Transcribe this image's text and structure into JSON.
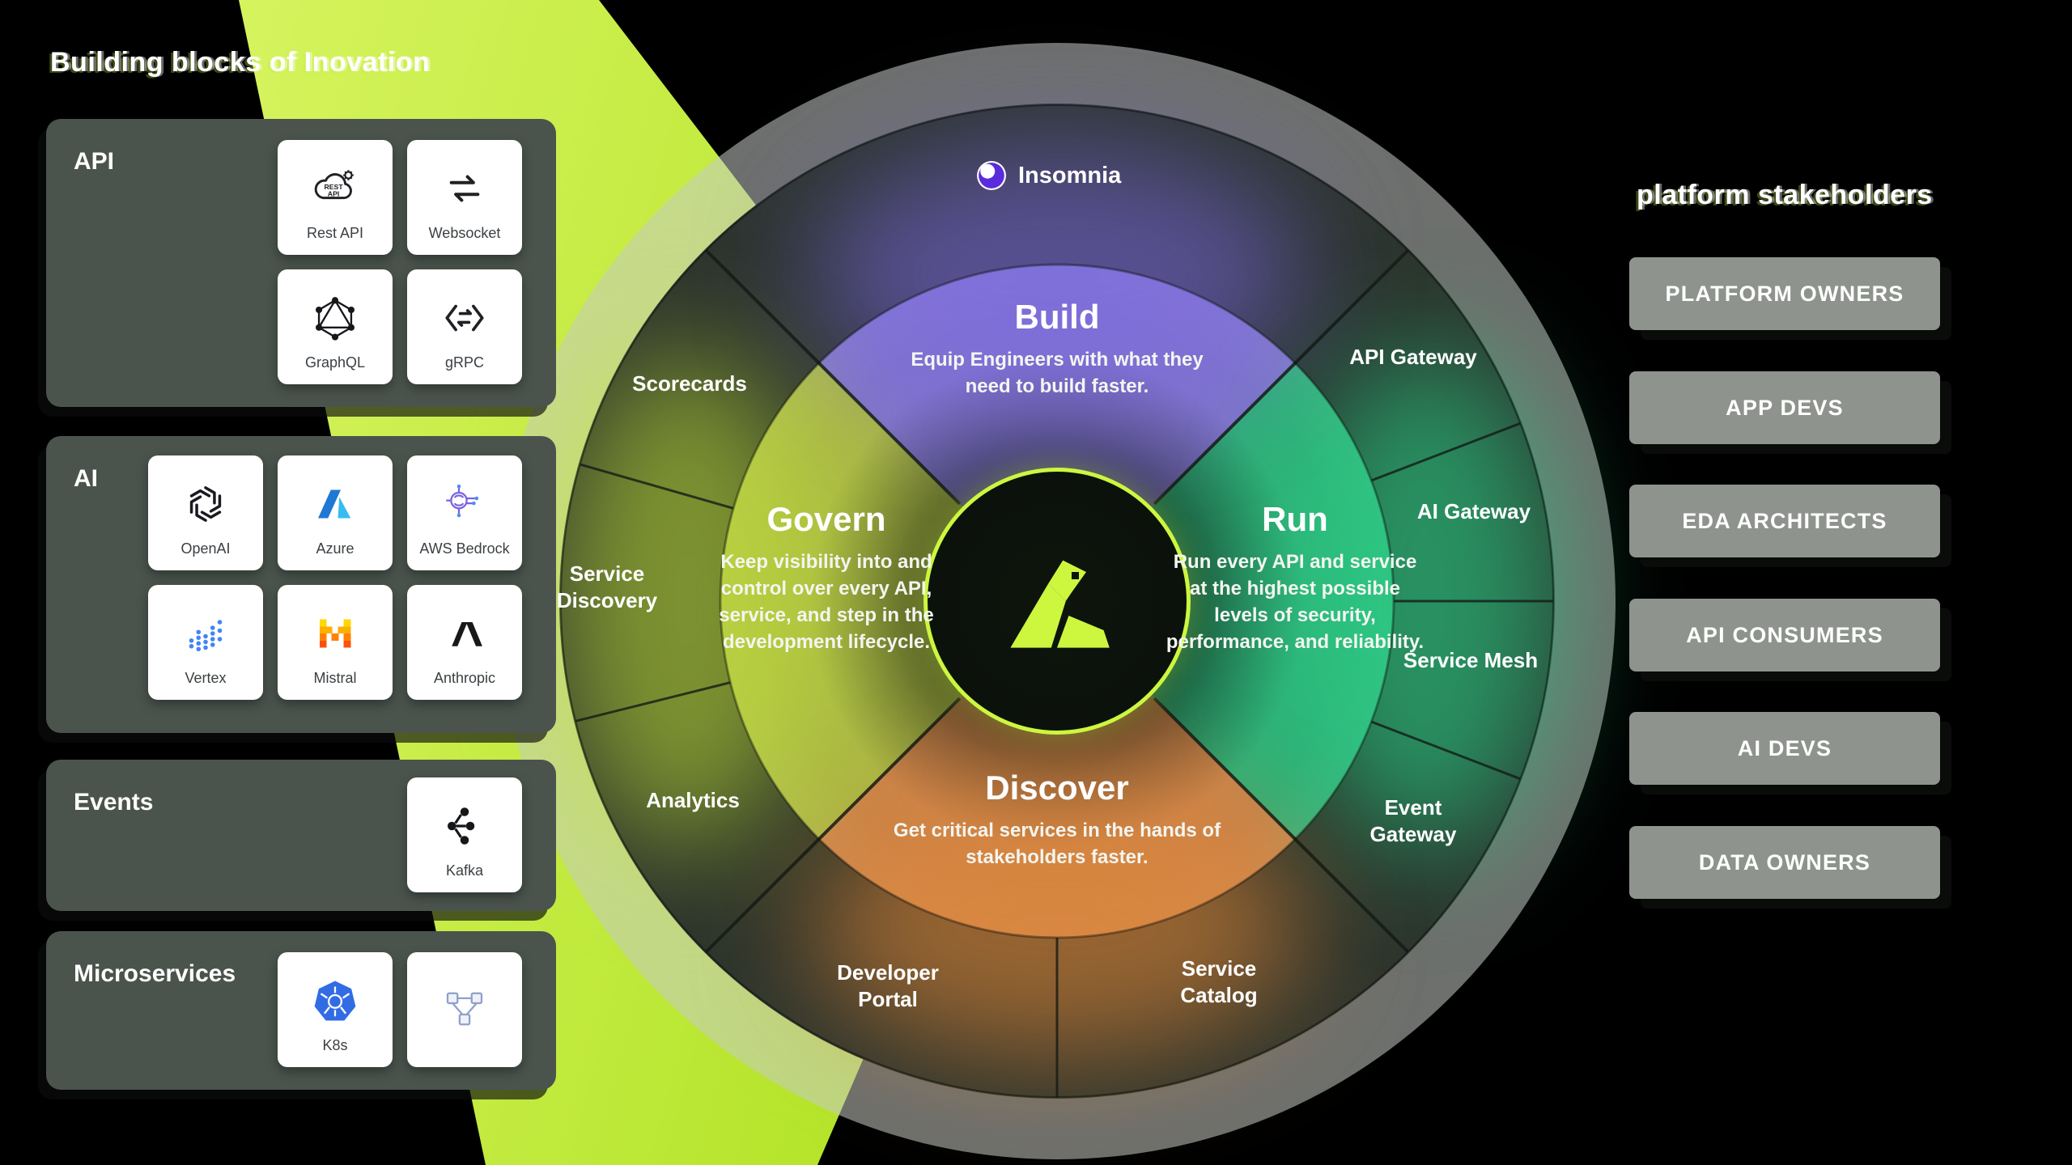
{
  "left_panel": {
    "heading": "Building blocks of Inovation",
    "groups": [
      {
        "label": "API",
        "tiles": [
          {
            "name": "Rest API",
            "icon": "rest-api-icon"
          },
          {
            "name": "Websocket",
            "icon": "websocket-icon"
          },
          {
            "name": "GraphQL",
            "icon": "graphql-icon"
          },
          {
            "name": "gRPC",
            "icon": "grpc-icon"
          }
        ]
      },
      {
        "label": "AI",
        "tiles": [
          {
            "name": "OpenAI",
            "icon": "openai-icon"
          },
          {
            "name": "Azure",
            "icon": "azure-icon"
          },
          {
            "name": "AWS Bedrock",
            "icon": "aws-bedrock-icon"
          },
          {
            "name": "Vertex",
            "icon": "vertex-icon"
          },
          {
            "name": "Mistral",
            "icon": "mistral-icon"
          },
          {
            "name": "Anthropic",
            "icon": "anthropic-icon"
          }
        ]
      },
      {
        "label": "Events",
        "tiles": [
          {
            "name": "Kafka",
            "icon": "kafka-icon"
          }
        ]
      },
      {
        "label": "Microservices",
        "tiles": [
          {
            "name": "K8s",
            "icon": "kubernetes-icon"
          },
          {
            "name": "",
            "icon": "services-diagram-icon"
          }
        ]
      }
    ]
  },
  "diagram": {
    "brand_label": "Insomnia",
    "center_logo": "kong-gorilla",
    "quadrants": {
      "build": {
        "title": "Build",
        "description": "Equip Engineers with what they need to build faster."
      },
      "run": {
        "title": "Run",
        "description": "Run every API and service at the highest possible levels of security, performance, and reliability."
      },
      "govern": {
        "title": "Govern",
        "description": "Keep visibility into and control over every API, service, and step in the development lifecycle."
      },
      "discover": {
        "title": "Discover",
        "description": "Get critical services in the hands of stakeholders faster."
      }
    },
    "ring_labels": [
      "Scorecards",
      "Service Discovery",
      "Analytics",
      "API Gateway",
      "AI Gateway",
      "Service Mesh",
      "Event Gateway",
      "Developer Portal",
      "Service Catalog"
    ],
    "colors": {
      "build_purple": "#7F74C9",
      "run_green": "#2FAE76",
      "govern_olive": "#A9B845",
      "discover_orange": "#C9834A",
      "accent_lime": "#CDF63F",
      "insomnia_purple": "#5A2BDC"
    }
  },
  "right_panel": {
    "heading": "platform stakeholders",
    "items": [
      "PLATFORM OWNERS",
      "APP DEVS",
      "EDA ARCHITECTS",
      "API CONSUMERS",
      "AI DEVS",
      "DATA OWNERS"
    ]
  }
}
